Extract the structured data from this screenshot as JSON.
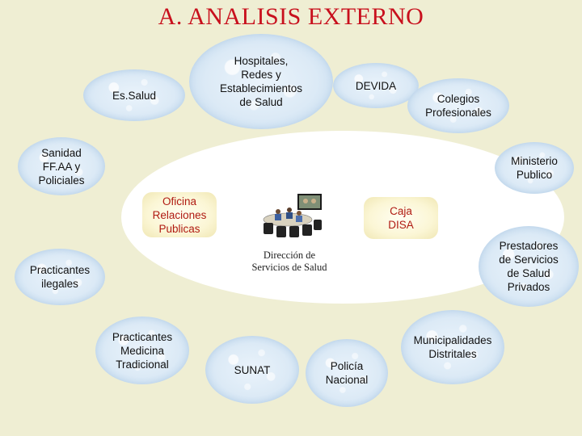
{
  "title": "A. ANALISIS EXTERNO",
  "center": {
    "label": "Dirección de\nServicios de Salud",
    "image": "meeting-room-illustration"
  },
  "nodes": {
    "essalud": "Es.Salud",
    "hospitales": "Hospitales,\nRedes y\nEstablecimientos\nde Salud",
    "devida": "DEVIDA",
    "colegios": "Colegios\nProfesionales",
    "sanidad": "Sanidad\nFF.AA y\nPoliciales",
    "ministerio": "Ministerio\nPublico",
    "oficina": "Oficina\nRelaciones\nPublicas",
    "caja": "Caja\nDISA",
    "prestadores": "Prestadores\nde Servicios\nde Salud\nPrivados",
    "practicantes_ilegales": "Practicantes\nilegales",
    "practicantes_medicina": "Practicantes\nMedicina\nTradicional",
    "sunat": "SUNAT",
    "policia": "Policía\nNacional",
    "municipalidades": "Municipalidades\nDistritales"
  },
  "colors": {
    "title": "#c8101d",
    "background": "#efeed3",
    "bubble": "#dceaf6",
    "ochre_text": "#b01a12"
  }
}
